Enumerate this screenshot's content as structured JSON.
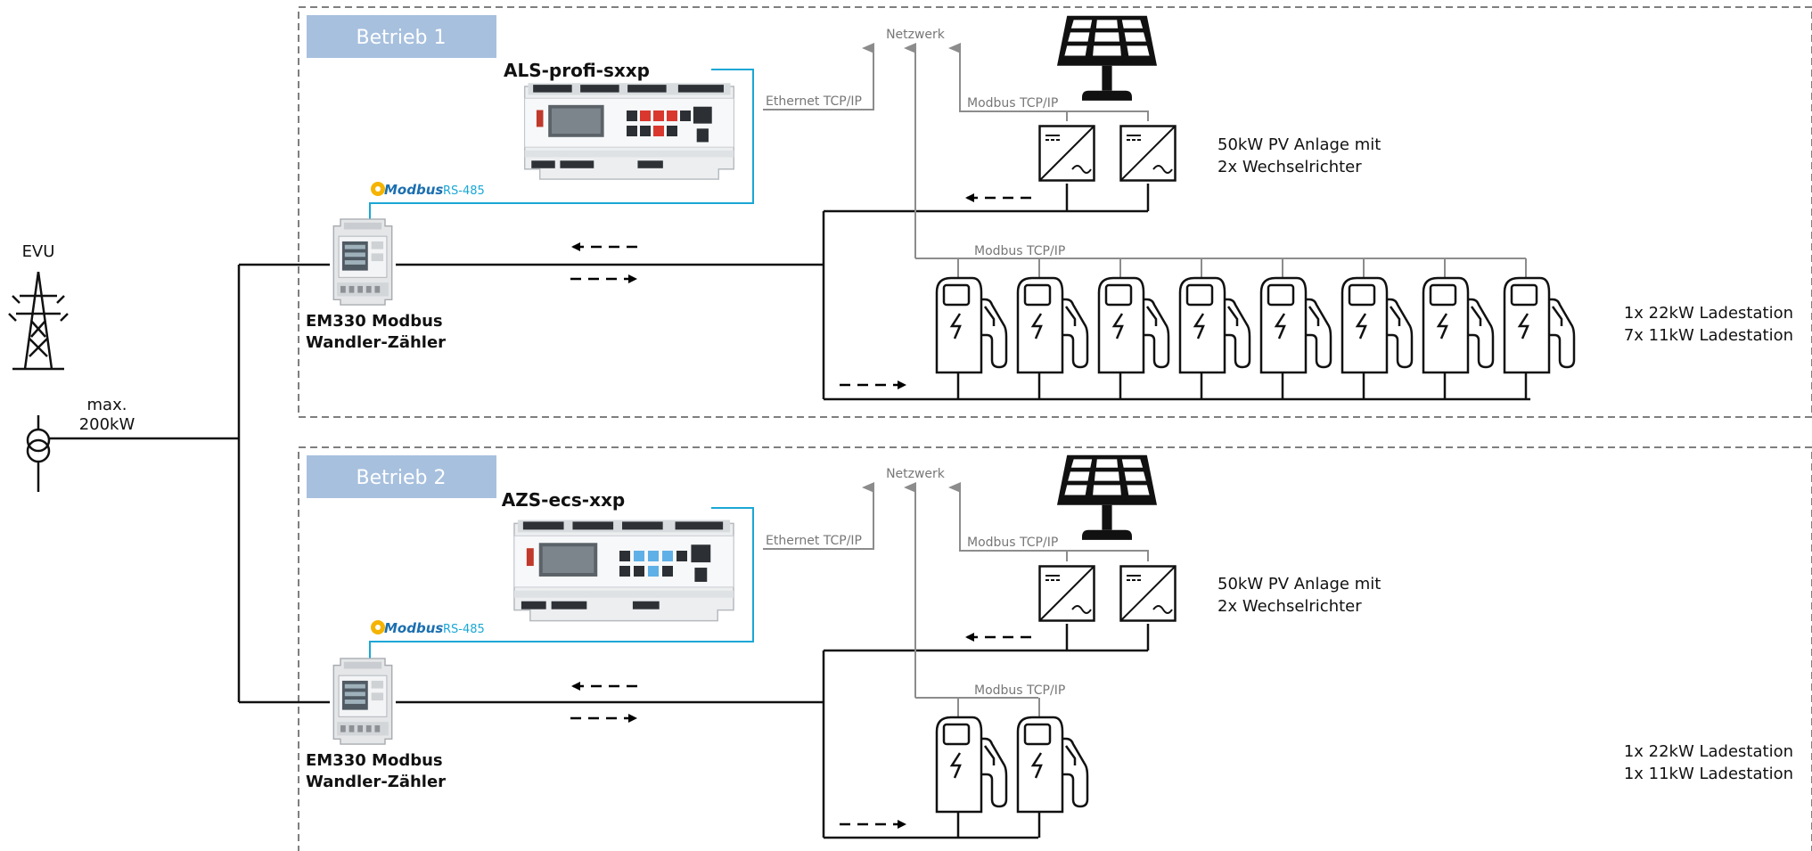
{
  "grid": {
    "evu": "EVU",
    "max_line1": "max.",
    "max_line2": "200kW"
  },
  "sections": [
    {
      "title": "Betrieb 1",
      "controller": "ALS-profi-sxxp",
      "network": "Netzwerk",
      "ethernet": "Ethernet TCP/IP",
      "modbus_tcp_pv": "Modbus TCP/IP",
      "modbus_tcp_charge": "Modbus TCP/IP",
      "modbus_logo": "Modbus",
      "rs485": "RS-485",
      "meter_line1": "EM330 Modbus",
      "meter_line2": "Wandler-Zähler",
      "pv_line1": "50kW PV Anlage mit",
      "pv_line2": "2x Wechselrichter",
      "charge_line1": "1x 22kW Ladestation",
      "charge_line2": "7x 11kW Ladestation",
      "charger_count": 8,
      "controller_style": "red"
    },
    {
      "title": "Betrieb 2",
      "controller": "AZS-ecs-xxp",
      "network": "Netzwerk",
      "ethernet": "Ethernet TCP/IP",
      "modbus_tcp_pv": "Modbus TCP/IP",
      "modbus_tcp_charge": "Modbus TCP/IP",
      "modbus_logo": "Modbus",
      "rs485": "RS-485",
      "meter_line1": "EM330 Modbus",
      "meter_line2": "Wandler-Zähler",
      "pv_line1": "50kW PV Anlage mit",
      "pv_line2": "2x Wechselrichter",
      "charge_line1": "1x 22kW Ladestation",
      "charge_line2": "1x 11kW Ladestation",
      "charger_count": 2,
      "controller_style": "blue"
    }
  ],
  "colors": {
    "section_title_bg": "#a7c0de",
    "rs485_cable": "#1aa7d6",
    "network_line": "#8c8c8c",
    "controller_red": "#d9382e",
    "controller_blue": "#5fb0e6"
  }
}
